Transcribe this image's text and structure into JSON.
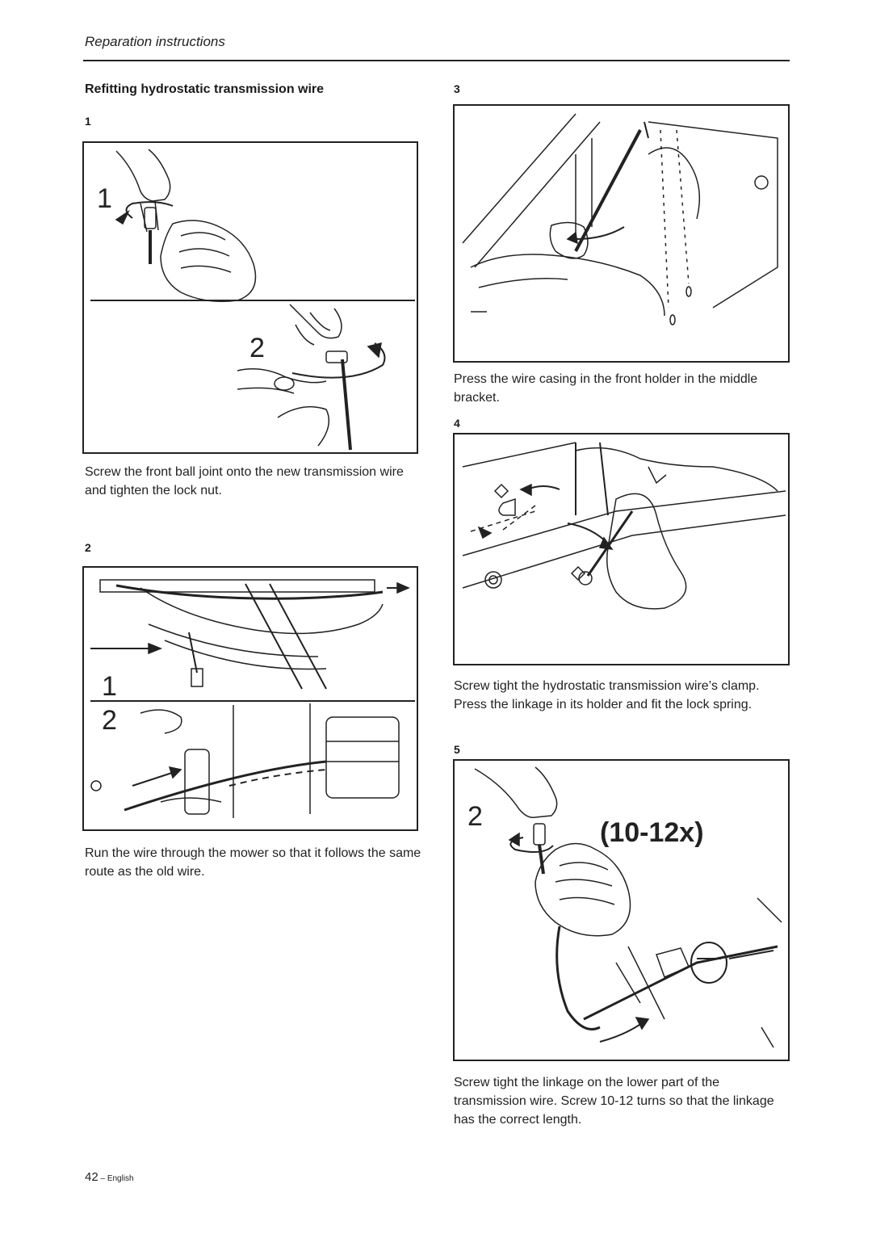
{
  "header": {
    "title": "Reparation instructions"
  },
  "section": {
    "heading": "Refitting hydrostatic transmission wire"
  },
  "steps": [
    {
      "number": "1",
      "caption": "Screw the front ball joint onto the new transmission wire and tighten the lock nut.",
      "labels": [
        "1",
        "2"
      ]
    },
    {
      "number": "2",
      "caption": "Run the wire through the mower so that it follows the same route as the old wire.",
      "labels": [
        "1",
        "2"
      ]
    },
    {
      "number": "3",
      "caption": "Press the wire casing in the front holder in the middle bracket."
    },
    {
      "number": "4",
      "caption": "Screw tight the hydrostatic transmission wire’s clamp. Press the linkage in its holder and fit the lock spring."
    },
    {
      "number": "5",
      "caption": "Screw tight the linkage on the lower part of the transmission wire. Screw 10-12 turns so that the linkage has the correct length.",
      "labels": [
        "2",
        "(10-12x)"
      ]
    }
  ],
  "footer": {
    "page": "42",
    "separator": " – ",
    "language": "English"
  }
}
